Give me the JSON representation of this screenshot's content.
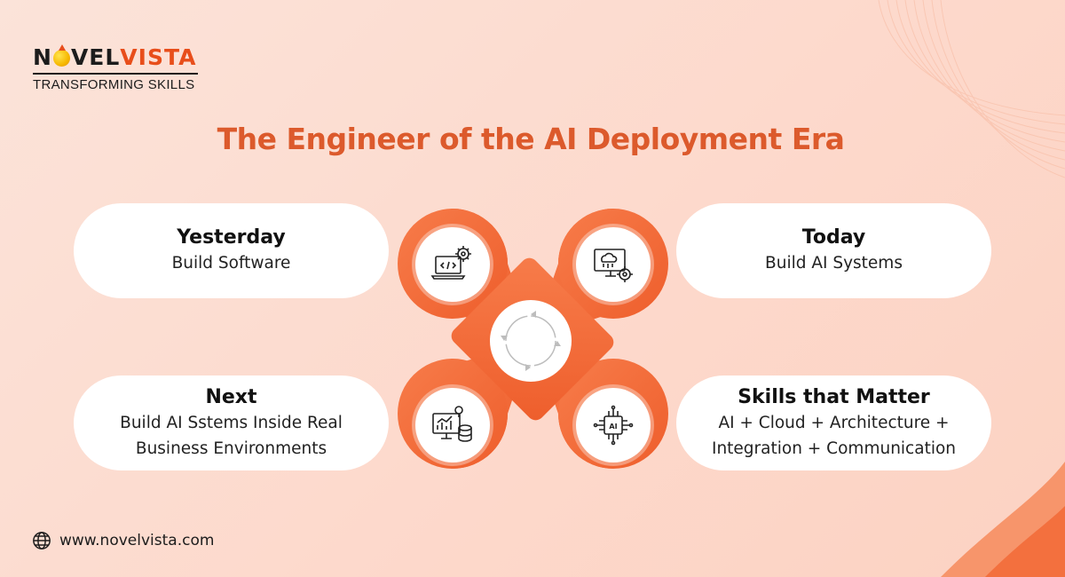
{
  "brand": {
    "name_part1": "N",
    "name_part2": "VEL",
    "name_part3": "VISTA",
    "tagline": "TRANSFORMING SKILLS"
  },
  "title": "The Engineer of the AI Deployment Era",
  "cards": {
    "yesterday": {
      "title": "Yesterday",
      "text": "Build Software"
    },
    "today": {
      "title": "Today",
      "text": "Build AI Systems"
    },
    "next": {
      "title": "Next",
      "line1": "Build AI Sstems Inside Real",
      "line2": "Business Environments"
    },
    "skills": {
      "title": "Skills that Matter",
      "line1": "AI + Cloud + Architecture +",
      "line2": "Integration + Communication"
    }
  },
  "icons": {
    "yesterday": "laptop-code-gear-icon",
    "today": "monitor-cloud-gear-icon",
    "next": "monitor-chart-database-icon",
    "skills": "ai-chip-icon",
    "center": "cycle-arrows-icon",
    "footer": "globe-icon"
  },
  "colors": {
    "accent": "#f26b3a",
    "title": "#dc5a2c",
    "background": "#fde0d4"
  },
  "footer": {
    "url": "www.novelvista.com"
  }
}
